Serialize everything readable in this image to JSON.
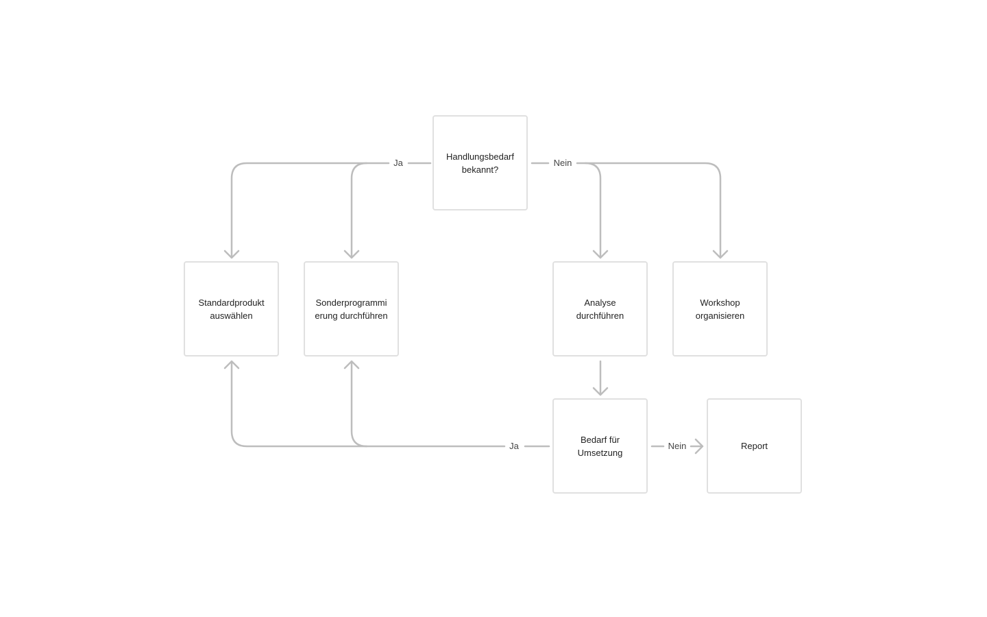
{
  "nodes": {
    "handlungsbedarf": "Handlungsbedarf\nbekannt?",
    "standardprodukt": "Standardprodukt\nauswählen",
    "sonderprogrammierung": "Sonderprogrammi\nerung durchführen",
    "analyse": "Analyse\ndurchführen",
    "workshop": "Workshop\norganisieren",
    "bedarf": "Bedarf für\nUmsetzung",
    "report": "Report"
  },
  "edge_labels": {
    "ja_top": "Ja",
    "nein_top": "Nein",
    "ja_bottom": "Ja",
    "nein_bottom": "Nein"
  }
}
